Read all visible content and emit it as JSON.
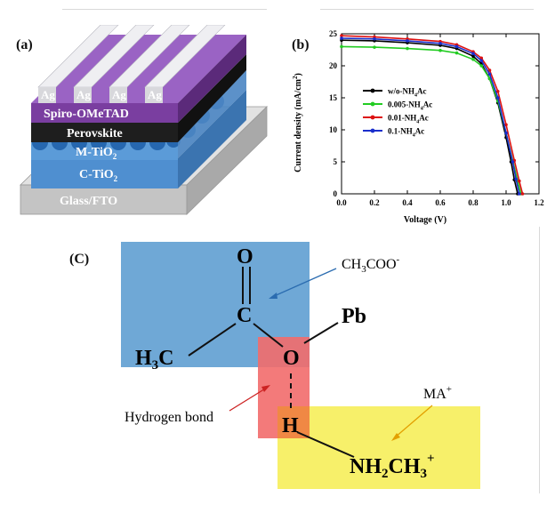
{
  "panel_a": {
    "label": "(a)",
    "layers": {
      "electrode": "Ag",
      "htl": "Spiro-OMeTAD",
      "absorber": "Perovskite",
      "mesoporous_main": "M-TiO",
      "mesoporous_sub": "2",
      "compact_main": "C-TiO",
      "compact_sub": "2",
      "substrate": "Glass/FTO"
    },
    "colors": {
      "ag": "#e8e8ea",
      "spiro": "#7a3ea0",
      "perovskite": "#1e1e1e",
      "tio2": "#4f8fd0",
      "glass": "#c9c9c9"
    }
  },
  "panel_b": {
    "label": "(b)"
  },
  "chart_data": {
    "type": "line",
    "title": "",
    "xlabel": "Voltage (V)",
    "ylabel_main": "Current density (mA/cm",
    "ylabel_sup": "2",
    "ylabel_close": ")",
    "xlim": [
      0.0,
      1.2
    ],
    "ylim": [
      0,
      25
    ],
    "xticks": [
      "0.0",
      "0.2",
      "0.4",
      "0.6",
      "0.8",
      "1.0",
      "1.2"
    ],
    "yticks": [
      "0",
      "5",
      "10",
      "15",
      "20",
      "25"
    ],
    "grid": false,
    "legend_position": "center-left",
    "series": [
      {
        "name_main": "w/o-NH",
        "name_sub": "4",
        "name_tail": "Ac",
        "color": "#000000",
        "x": [
          0.0,
          0.2,
          0.4,
          0.6,
          0.7,
          0.8,
          0.85,
          0.9,
          0.95,
          1.0,
          1.03,
          1.05,
          1.07
        ],
        "y": [
          24.0,
          23.9,
          23.6,
          23.2,
          22.7,
          21.5,
          20.3,
          18.0,
          14.2,
          8.8,
          5.0,
          2.2,
          0.0
        ]
      },
      {
        "name_main": "0.005-NH",
        "name_sub": "4",
        "name_tail": "Ac",
        "color": "#22cc22",
        "x": [
          0.0,
          0.2,
          0.4,
          0.6,
          0.7,
          0.8,
          0.85,
          0.9,
          0.95,
          1.0,
          1.04,
          1.07,
          1.09
        ],
        "y": [
          23.0,
          22.9,
          22.7,
          22.4,
          22.0,
          21.0,
          20.0,
          18.0,
          14.5,
          9.5,
          5.2,
          2.0,
          0.0
        ]
      },
      {
        "name_main": "0.01-NH",
        "name_sub": "4",
        "name_tail": "Ac",
        "color": "#dd1111",
        "x": [
          0.0,
          0.2,
          0.4,
          0.6,
          0.7,
          0.8,
          0.85,
          0.9,
          0.95,
          1.0,
          1.05,
          1.08,
          1.1
        ],
        "y": [
          24.7,
          24.5,
          24.2,
          23.8,
          23.3,
          22.2,
          21.2,
          19.3,
          16.0,
          10.8,
          5.2,
          2.0,
          0.0
        ]
      },
      {
        "name_main": "0.1-NH",
        "name_sub": "4",
        "name_tail": "Ac",
        "color": "#1a2ecc",
        "x": [
          0.0,
          0.2,
          0.4,
          0.6,
          0.7,
          0.8,
          0.85,
          0.9,
          0.95,
          1.0,
          1.04,
          1.06,
          1.08
        ],
        "y": [
          24.3,
          24.2,
          23.9,
          23.5,
          23.0,
          21.9,
          20.8,
          18.7,
          15.0,
          9.5,
          5.0,
          2.3,
          0.0
        ]
      }
    ]
  },
  "panel_c": {
    "label": "(C)",
    "atoms": {
      "o_top": "O",
      "c_center": "C",
      "h3c_h": "H",
      "h3c_sub": "3",
      "h3c_c": "C",
      "o_bridge": "O",
      "pb": "Pb",
      "h_bond": "H",
      "amine_nh": "NH",
      "amine_sub1": "2",
      "amine_ch": "CH",
      "amine_sub2": "3",
      "amine_sup": "+"
    },
    "annotations": {
      "acetate_ch": "CH",
      "acetate_sub": "3",
      "acetate_coo": "COO",
      "acetate_sup": "-",
      "ma_main": "MA",
      "ma_sup": "+",
      "hbond": "Hydrogen bond"
    },
    "colors": {
      "acetate_box": "#6fa8d6",
      "ma_box": "#f7f06a",
      "hbond_box": "#f26b6b",
      "acetate_arrow": "#2b6cb0",
      "hbond_arrow": "#cc2222",
      "ma_arrow": "#e3a000"
    }
  }
}
